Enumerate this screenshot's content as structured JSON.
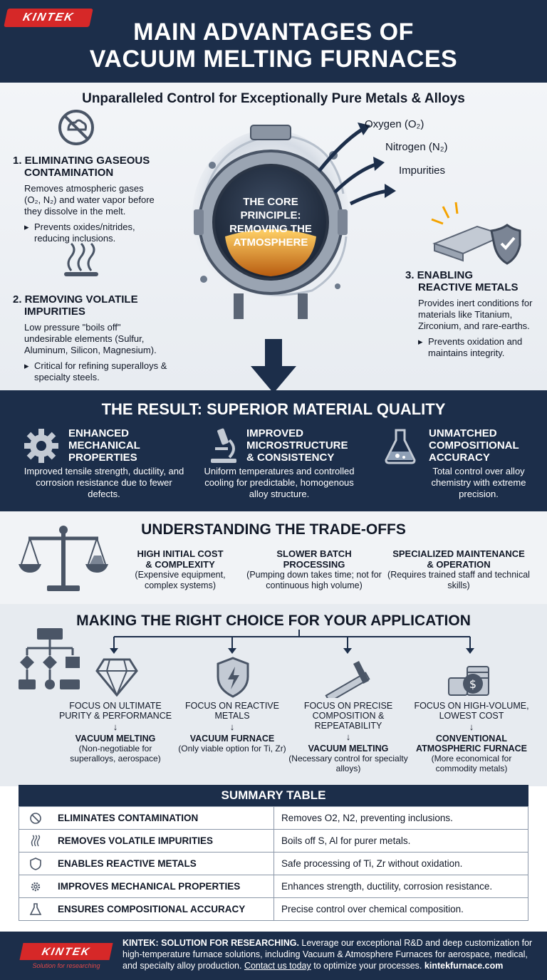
{
  "brand": {
    "logo": "KINTEK",
    "tagline": "Solution for researching"
  },
  "header": {
    "title_line1": "MAIN ADVANTAGES OF",
    "title_line2": "VACUUM MELTING FURNACES"
  },
  "principle": {
    "subtitle": "Unparalleled Control for Exceptionally Pure Metals & Alloys",
    "core_line1": "THE CORE",
    "core_line2": "PRINCIPLE:",
    "core_line3": "REMOVING THE",
    "core_line4": "ATMOSPHERE",
    "gases": [
      "Oxygen (O₂)",
      "Nitrogen (N₂)",
      "Impurities"
    ],
    "advantages": [
      {
        "title_line1": "1. ELIMINATING GASEOUS",
        "title_line2": "CONTAMINATION",
        "desc": "Removes atmospheric gases (O₂, N₂) and water vapor before they dissolve in the melt.",
        "bullet": "Prevents oxides/nitrides, reducing inclusions."
      },
      {
        "title_line1": "2. REMOVING VOLATILE",
        "title_line2": "IMPURITIES",
        "desc": "Low pressure \"boils off\" undesirable elements (Sulfur, Aluminum, Silicon, Magnesium).",
        "bullet": "Critical for refining superalloys & specialty steels."
      },
      {
        "title_line1": "3. ENABLING",
        "title_line2": "REACTIVE METALS",
        "desc": "Provides inert conditions for materials like Titanium, Zirconium, and rare-earths.",
        "bullet": "Prevents oxidation and maintains integrity."
      }
    ]
  },
  "result": {
    "heading": "THE RESULT: SUPERIOR MATERIAL QUALITY",
    "items": [
      {
        "title_line1": "ENHANCED",
        "title_line2": "MECHANICAL",
        "title_line3": "PROPERTIES",
        "desc": "Improved tensile strength, ductility, and corrosion resistance due to fewer defects."
      },
      {
        "title_line1": "IMPROVED",
        "title_line2": "MICROSTRUCTURE",
        "title_line3": "& CONSISTENCY",
        "desc": "Uniform temperatures and controlled cooling for predictable, homogenous alloy structure."
      },
      {
        "title_line1": "UNMATCHED",
        "title_line2": "COMPOSITIONAL",
        "title_line3": "ACCURACY",
        "desc": "Total control over alloy chemistry with extreme precision."
      }
    ]
  },
  "tradeoffs": {
    "heading": "UNDERSTANDING THE TRADE-OFFS",
    "items": [
      {
        "title_line1": "HIGH INITIAL COST",
        "title_line2": "& COMPLEXITY",
        "desc": "(Expensive equipment, complex systems)"
      },
      {
        "title_line1": "SLOWER BATCH",
        "title_line2": "PROCESSING",
        "desc": "(Pumping down takes time; not for continuous high volume)"
      },
      {
        "title_line1": "SPECIALIZED MAINTENANCE",
        "title_line2": "& OPERATION",
        "desc": "(Requires trained staff and technical skills)"
      }
    ]
  },
  "choice": {
    "heading": "MAKING THE RIGHT CHOICE FOR YOUR APPLICATION",
    "items": [
      {
        "focus": "FOCUS ON ULTIMATE PURITY & PERFORMANCE",
        "result": "VACUUM MELTING",
        "note": "(Non-negotiable for superalloys, aerospace)"
      },
      {
        "focus": "FOCUS ON REACTIVE METALS",
        "result": "VACUUM FURNACE",
        "note": "(Only viable option for Ti, Zr)"
      },
      {
        "focus": "FOCUS ON PRECISE COMPOSITION & REPEATABILITY",
        "result": "VACUUM MELTING",
        "note": "(Necessary control for specialty alloys)"
      },
      {
        "focus": "FOCUS ON HIGH-VOLUME, LOWEST COST",
        "result": "CONVENTIONAL ATMOSPHERIC FURNACE",
        "note": "(More economical for commodity metals)"
      }
    ]
  },
  "summary": {
    "heading": "SUMMARY TABLE",
    "rows": [
      {
        "key": "ELIMINATES CONTAMINATION",
        "value": "Removes O2, N2, preventing inclusions."
      },
      {
        "key": "REMOVES VOLATILE IMPURITIES",
        "value": "Boils off S, Al for purer metals."
      },
      {
        "key": "ENABLES REACTIVE METALS",
        "value": "Safe processing of Ti, Zr without oxidation."
      },
      {
        "key": "IMPROVES MECHANICAL PROPERTIES",
        "value": "Enhances strength, ductility, corrosion resistance."
      },
      {
        "key": "ENSURES COMPOSITIONAL ACCURACY",
        "value": "Precise control over chemical composition."
      }
    ]
  },
  "footer": {
    "lead": "KINTEK: SOLUTION FOR RESEARCHING.",
    "body": "Leverage our exceptional R&D and deep customization for high-temperature furnace solutions, including Vacuum & Atmosphere Furnaces for aerospace, medical, and specialty alloy production.",
    "link": "Contact us today",
    "tail": "to optimize your processes.",
    "site": "kintekfurnace.com"
  }
}
